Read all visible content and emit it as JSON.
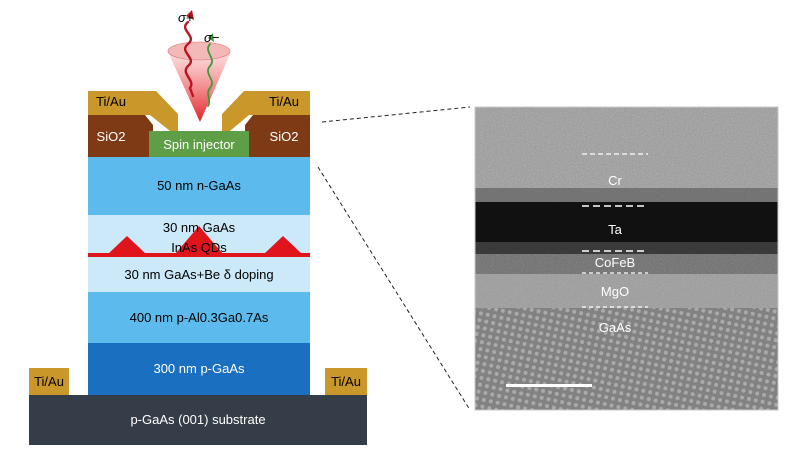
{
  "stack": {
    "substrate": "p-GaAs (001) substrate",
    "layers": [
      "50 nm n-GaAs",
      "30 nm GaAs",
      "InAs QDs",
      "30 nm GaAs+Be δ doping",
      "400 nm p-Al0.3Ga0.7As",
      "300 nm p-GaAs"
    ],
    "spin_injector": "Spin injector",
    "oxide_left": "SiO2",
    "oxide_right": "SiO2",
    "contact_top_left": "Ti/Au",
    "contact_top_right": "Ti/Au",
    "contact_bottom_left": "Ti/Au",
    "contact_bottom_right": "Ti/Au",
    "light_plus": "σ+",
    "light_minus": "σ−"
  },
  "tem": {
    "layers": [
      "Cr",
      "Ta",
      "CoFeB",
      "MgO",
      "GaAs"
    ]
  },
  "colors": {
    "substrate": "#353d48",
    "p_gaas": "#1a6fc0",
    "algaas": "#5cbbec",
    "gaas_be": "#cbe9f8",
    "gaas_qd": "#cbe9f8",
    "n_gaas": "#5cbbec",
    "qd": "#e0151b",
    "spin_injector": "#5d9e46",
    "sio2": "#7e3a15",
    "tiau": "#c9972a"
  }
}
